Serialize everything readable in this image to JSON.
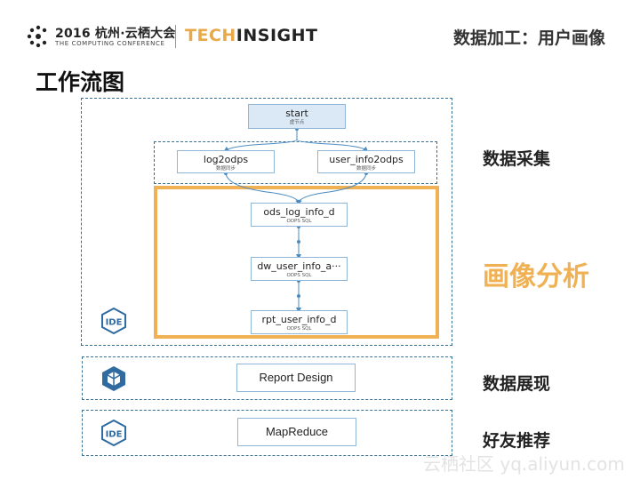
{
  "header": {
    "conference_line1": "2016 杭州·云栖大会",
    "conference_line2": "THE COMPUTING CONFERENCE",
    "brand_tech": "TECH",
    "brand_insight": "INSIGHT",
    "slide_topic": "数据加工：用户画像"
  },
  "page_title": "工作流图",
  "workflow": {
    "start": {
      "title": "start",
      "sub": "虚节点"
    },
    "log2odps": {
      "title": "log2odps",
      "sub": "数据同步"
    },
    "user_info2odps": {
      "title": "user_info2odps",
      "sub": "数据同步"
    },
    "ods_log_info_d": {
      "title": "ods_log_info_d",
      "sub": "ODPS SQL"
    },
    "dw_user_info": {
      "title": "dw_user_info_a···",
      "sub": "ODPS SQL"
    },
    "rpt_user_info_d": {
      "title": "rpt_user_info_d",
      "sub": "ODPS SQL"
    },
    "report_design": "Report Design",
    "mapreduce": "MapReduce"
  },
  "icons": {
    "ide_main": "ide-icon",
    "report": "cube-icon",
    "ide_mapreduce": "ide-icon"
  },
  "side_labels": {
    "collect": "数据采集",
    "analysis": "画像分析",
    "show": "数据展现",
    "recommend": "好友推荐"
  },
  "watermark": "云栖社区 yq.aliyun.com",
  "colors": {
    "accent_orange": "#f0b155",
    "dash_blue": "#3a6f94",
    "node_border": "#8fb6d6",
    "start_fill": "#dbe9f7"
  }
}
